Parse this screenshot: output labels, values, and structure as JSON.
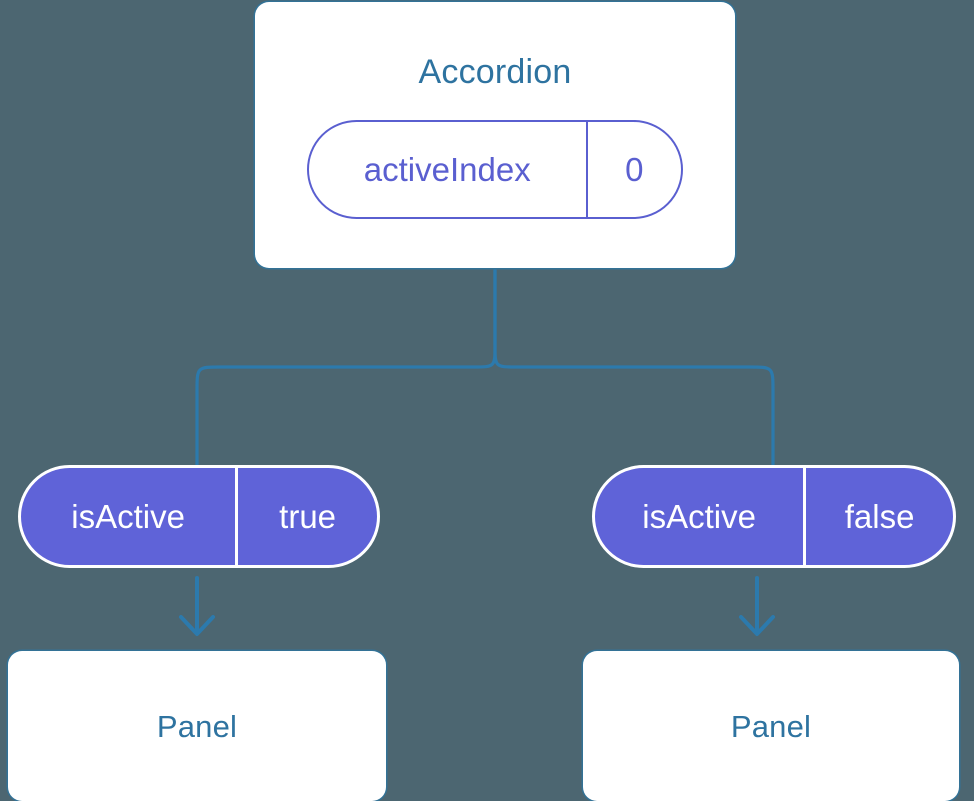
{
  "diagram": {
    "background_color": "#4c6671",
    "line_color": "#2c7aad",
    "card_border_color": "#337296",
    "card_text_color": "#2e73a0",
    "pill_outline_color": "#5a5fd0",
    "pill_fill_color": "#5f63d8",
    "pill_fill_text_color": "#ffffff"
  },
  "root": {
    "title": "Accordion",
    "state": {
      "key": "activeIndex",
      "value": "0"
    }
  },
  "branches": [
    {
      "prop": {
        "key": "isActive",
        "value": "true"
      },
      "child": {
        "title": "Panel"
      }
    },
    {
      "prop": {
        "key": "isActive",
        "value": "false"
      },
      "child": {
        "title": "Panel"
      }
    }
  ],
  "icons": {
    "arrow_down": "arrow-down-icon",
    "fork_connector": "fork-connector-icon"
  }
}
